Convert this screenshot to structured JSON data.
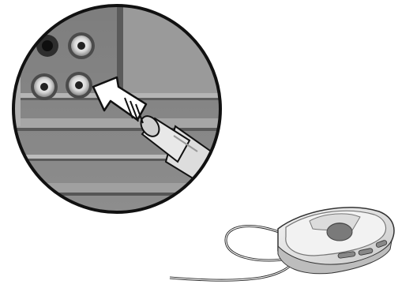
{
  "illustration": {
    "subject": "audio-cable-connection",
    "inset": {
      "sockets": [
        "rca-jack-top-right",
        "rca-jack-top-left-dark",
        "rca-jack-bottom-left",
        "rca-jack-bottom-target"
      ],
      "arrow_icon": "insert-arrow-icon",
      "plug_icon": "rca-plug-icon"
    },
    "device_icon": "portable-cd-player-icon",
    "colors": {
      "panel_dark": "#6f6f6f",
      "panel_mid": "#9c9c9c",
      "panel_light": "#c4c4c4",
      "outline": "#111111",
      "device_body": "#dcdcdc"
    }
  }
}
